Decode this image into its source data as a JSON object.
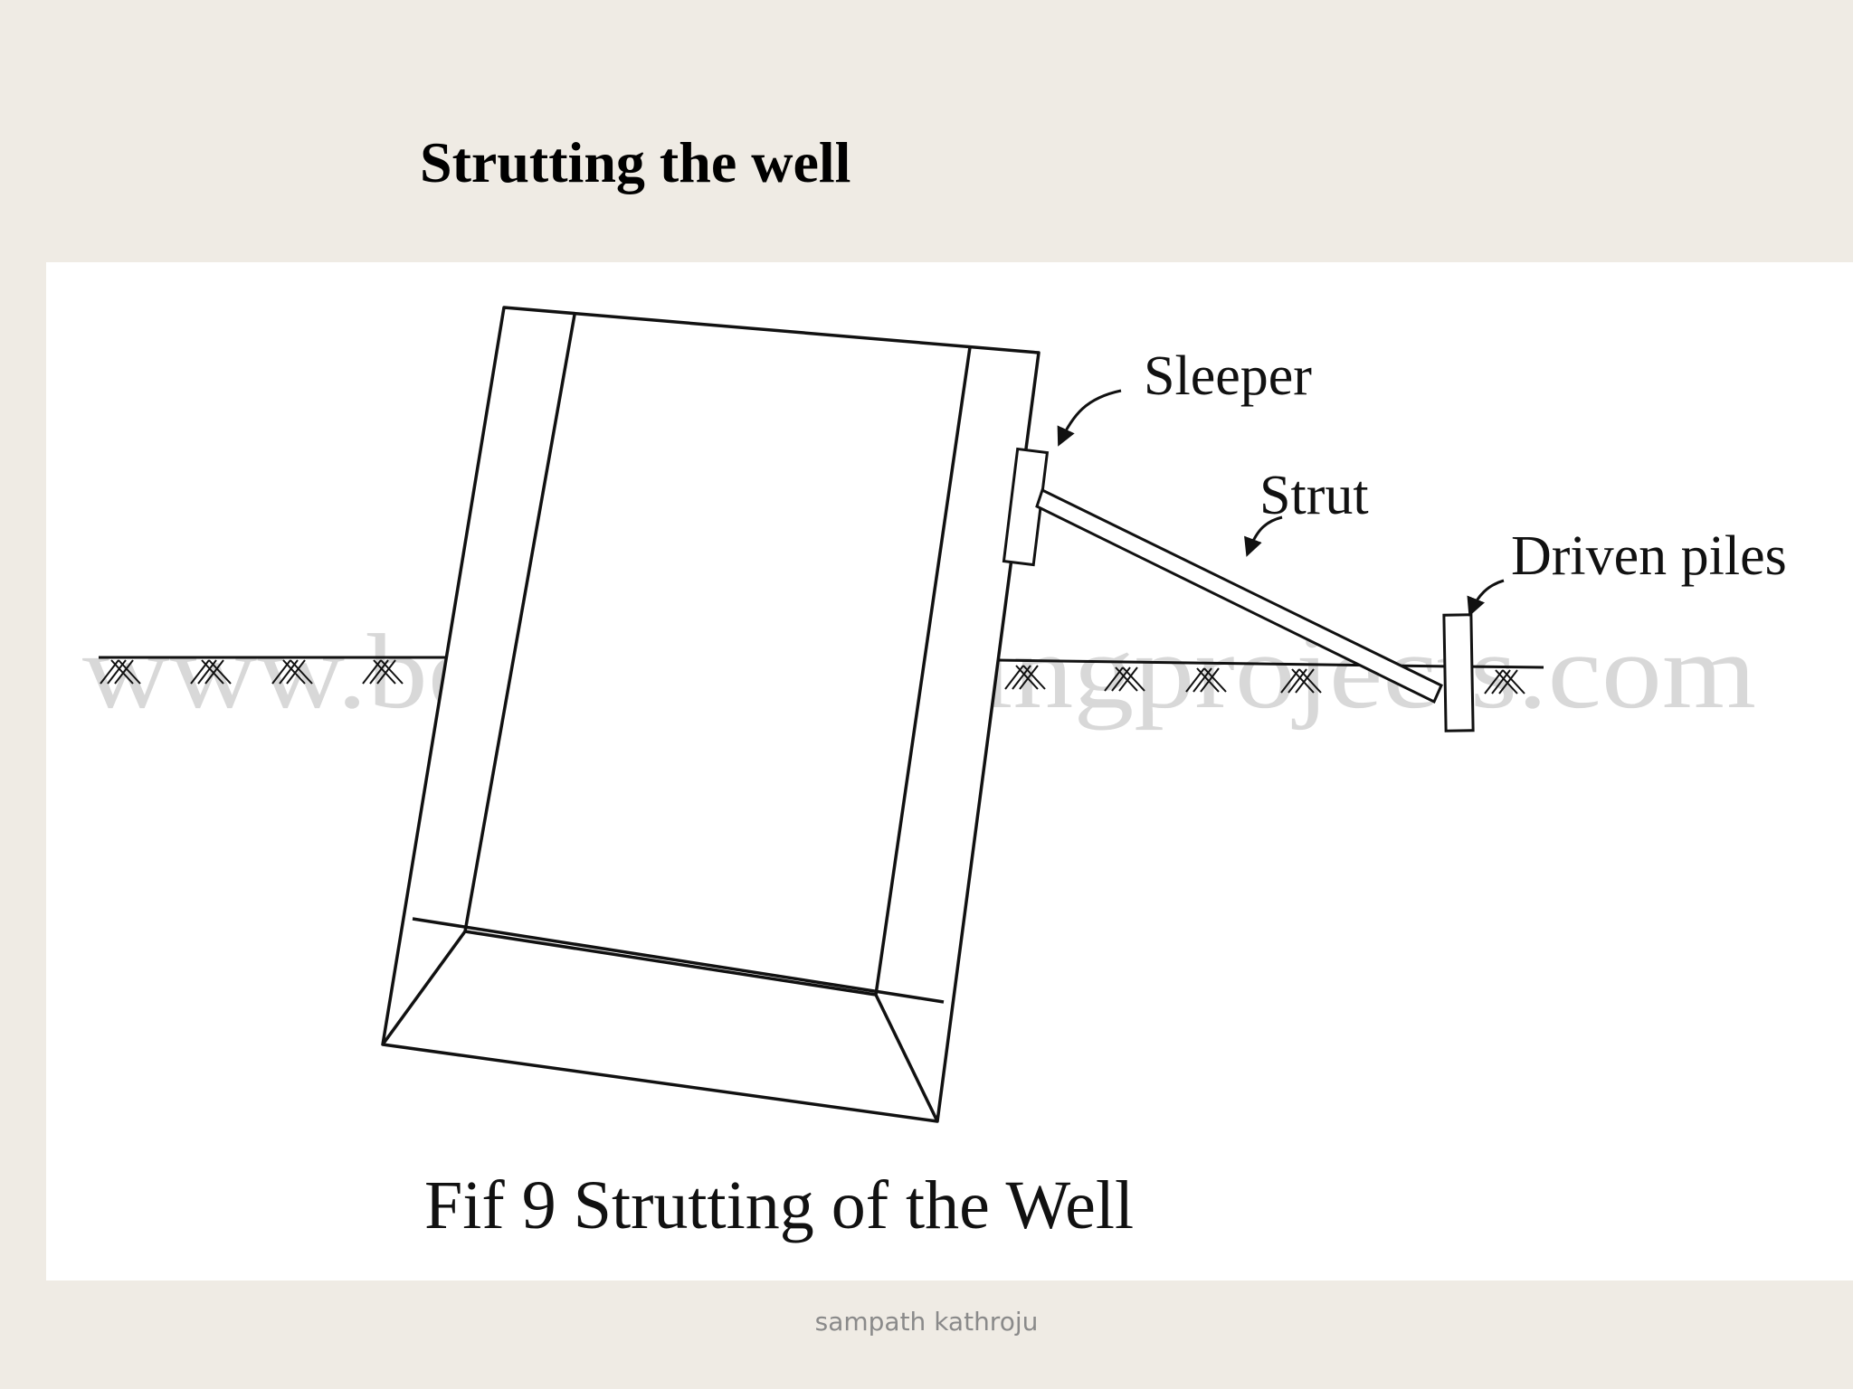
{
  "slide": {
    "title": "Strutting the well",
    "footer": "sampath kathroju"
  },
  "figure": {
    "labels": {
      "sleeper": "Sleeper",
      "strut": "Strut",
      "driven_piles": "Driven piles"
    },
    "watermark": "www.bestengineeringprojects.com",
    "caption": "Fif 9 Strutting of the Well"
  },
  "colors": {
    "background": "#efebe4",
    "panel": "#ffffff",
    "ink": "#111111",
    "watermark": "#d8d8d8",
    "footer_text": "#8a8a8a"
  }
}
